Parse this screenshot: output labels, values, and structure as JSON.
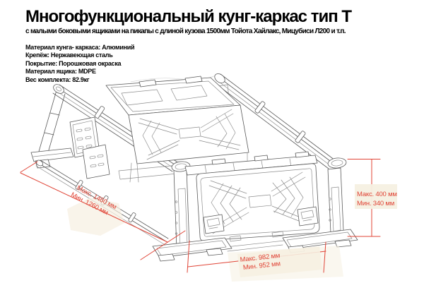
{
  "header": {
    "title": "Многофункциональный кунг-каркас тип Т",
    "subtitle": "с малыми боковыми ящиками на пикапы с длиной кузова 1500мм Тойота Хайлакс, Мицубиси Л200 и т.п."
  },
  "specs": {
    "lines": [
      "Материал кунга- каркаса: Алюминий",
      "Крепёж: Нержавеющая сталь",
      "Покрытие: Порошковая окраска",
      "Материал ящика: MDPE",
      "Вес комплекта: 82.9кг"
    ]
  },
  "dimensions": {
    "rail_length_max": "Макс. 1460 мм",
    "rail_length_min": "Мин. 1260 мм",
    "height_max": "Макс. 400 мм",
    "height_min": "Мин. 340 мм",
    "width_max": "Макс. 982 мм",
    "width_min": "Мин. 952 мм"
  },
  "colors": {
    "dimension_red": "#e04436",
    "line_gray": "#5a5a5a",
    "highlight_cream": "#f6f0e1",
    "text_black": "#000000"
  }
}
